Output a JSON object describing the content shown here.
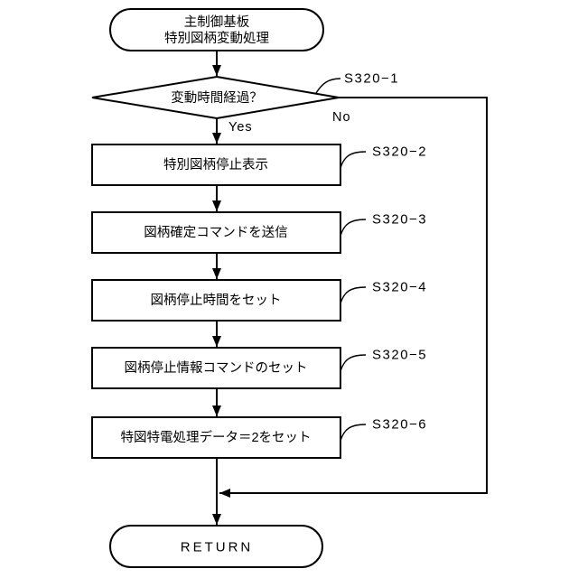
{
  "canvas": {
    "background": "#ffffff",
    "line_color": "#000000"
  },
  "flowchart": {
    "start": {
      "line1": "主制御基板",
      "line2": "特別図柄変動処理"
    },
    "decision": {
      "question": "変動時間経過？",
      "step_label": "S320−1",
      "yes_label": "Yes",
      "no_label": "No"
    },
    "steps": [
      {
        "text": "特別図柄停止表示",
        "step_label": "S320−2"
      },
      {
        "text": "図柄確定コマンドを送信",
        "step_label": "S320−3"
      },
      {
        "text": "図柄停止時間をセット",
        "step_label": "S320−4"
      },
      {
        "text": "図柄停止情報コマンドのセット",
        "step_label": "S320−5"
      },
      {
        "text": "特図特電処理データ＝2をセット",
        "step_label": "S320−6"
      }
    ],
    "end": {
      "label": "RETURN"
    }
  }
}
